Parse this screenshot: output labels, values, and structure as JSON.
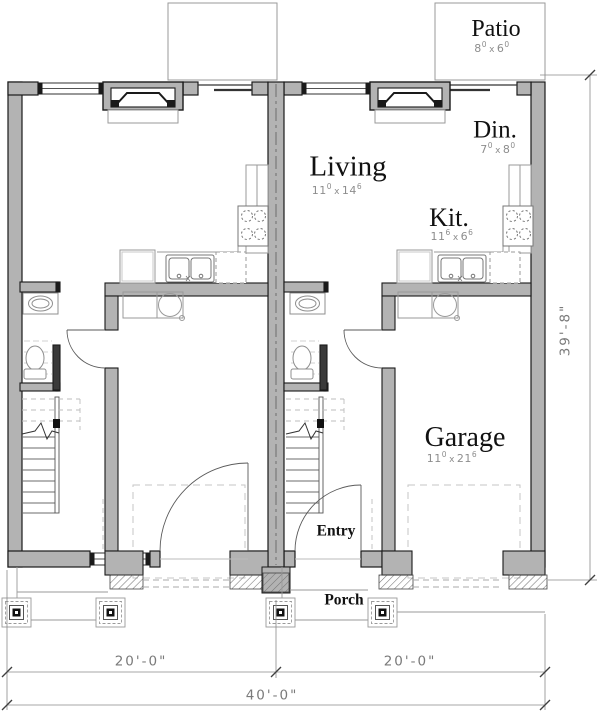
{
  "plan": {
    "rooms": {
      "patio": {
        "name": "Patio",
        "size": {
          "ft1": "8",
          "in1": "0",
          "sep": "x",
          "ft2": "6",
          "in2": "0"
        }
      },
      "dining": {
        "name": "Din.",
        "size": {
          "ft1": "7",
          "in1": "0",
          "sep": "x",
          "ft2": "8",
          "in2": "0"
        }
      },
      "living": {
        "name": "Living",
        "size": {
          "ft1": "11",
          "in1": "0",
          "sep": "x",
          "ft2": "14",
          "in2": "6"
        }
      },
      "kitchen": {
        "name": "Kit.",
        "size": {
          "ft1": "11",
          "in1": "6",
          "sep": "x",
          "ft2": "6",
          "in2": "6"
        }
      },
      "garage": {
        "name": "Garage",
        "size": {
          "ft1": "11",
          "in1": "0",
          "sep": "x",
          "ft2": "21",
          "in2": "6"
        }
      },
      "entry": {
        "name": "Entry"
      },
      "porch": {
        "name": "Porch"
      }
    },
    "dimensions": {
      "left_unit_width": "20'-0\"",
      "right_unit_width": "20'-0\"",
      "total_width": "40'-0\"",
      "overall_depth": "39'-8\""
    },
    "colors": {
      "wall_fill": "#b3b3b3",
      "wall_edge": "#1a1a1a",
      "fixture_line": "#999999",
      "dimension_line": "#8a8a8a",
      "label_text": "#111111",
      "size_text": "#8d8d8d"
    }
  }
}
